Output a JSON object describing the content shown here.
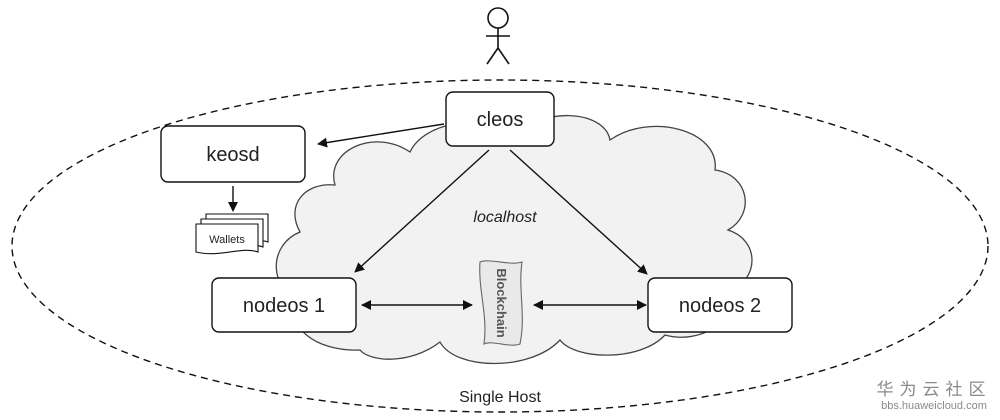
{
  "diagram": {
    "host_label": "Single Host",
    "cloud_label": "localhost",
    "nodes": {
      "cleos": "cleos",
      "keosd": "keosd",
      "nodeos1": "nodeos 1",
      "nodeos2": "nodeos 2"
    },
    "wallets_label": "Wallets",
    "blockchain_label": "Blockchain"
  },
  "watermark": {
    "title": "华为云社区",
    "url": "bbs.huaweicloud.com"
  },
  "colors": {
    "line": "#111111",
    "cloud_fill": "#f2f2f2",
    "cloud_stroke": "#444444",
    "box_fill": "#ffffff"
  }
}
